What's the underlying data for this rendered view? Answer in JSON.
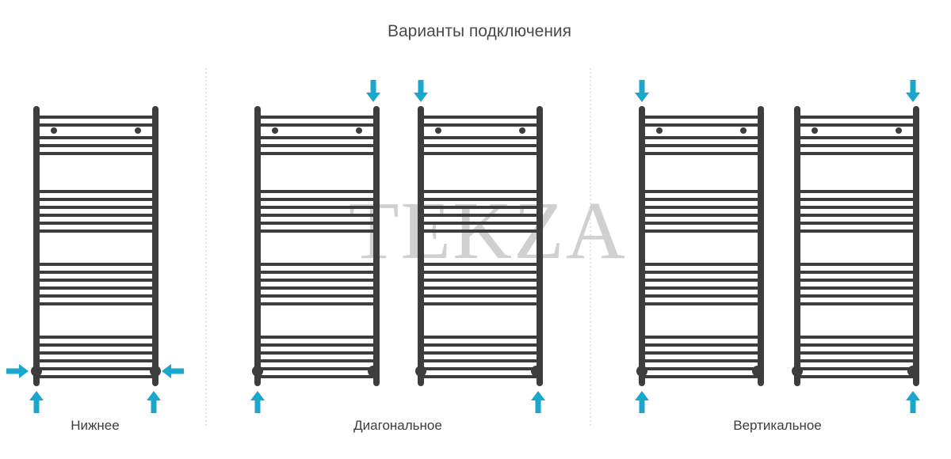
{
  "title": "Варианты подключения",
  "watermark": "TEKZA",
  "labels": {
    "bottom": "Нижнее",
    "diagonal": "Диагональное",
    "vertical": "Вертикальное"
  },
  "colors": {
    "radiator": "#3d3d3d",
    "arrow": "#1aa7cd",
    "separator": "#c8c8c8"
  },
  "icons": [
    "arrow-up-icon",
    "arrow-down-icon",
    "arrow-right-icon",
    "arrow-left-icon"
  ]
}
